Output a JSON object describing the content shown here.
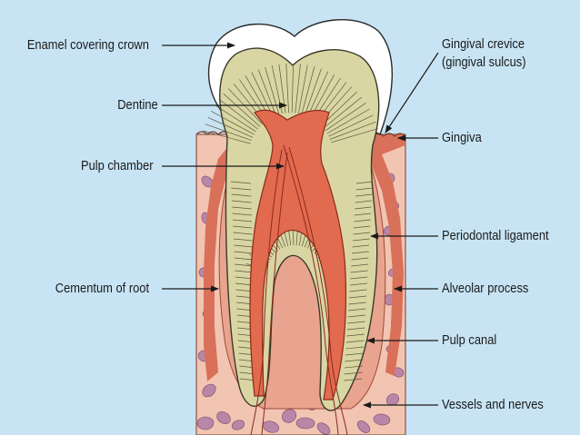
{
  "colors": {
    "background": "#c8e4f4",
    "enamel": "#ffffff",
    "dentine": "#d9d6a4",
    "pulp": "#e26a4f",
    "gum": "#d9705a",
    "bone": "#f1c5b2",
    "marrow": "#b886a6",
    "line": "#1a1a1a"
  },
  "labels": {
    "enamel": "Enamel covering crown",
    "dentine": "Dentine",
    "pulp_chamber": "Pulp chamber",
    "cementum": "Cementum of root",
    "gingival_crevice_1": "Gingival crevice",
    "gingival_crevice_2": "(gingival sulcus)",
    "gingiva": "Gingiva",
    "periodontal": "Periodontal ligament",
    "alveolar": "Alveolar process",
    "pulp_canal": "Pulp canal",
    "vessels": "Vessels and nerves"
  }
}
